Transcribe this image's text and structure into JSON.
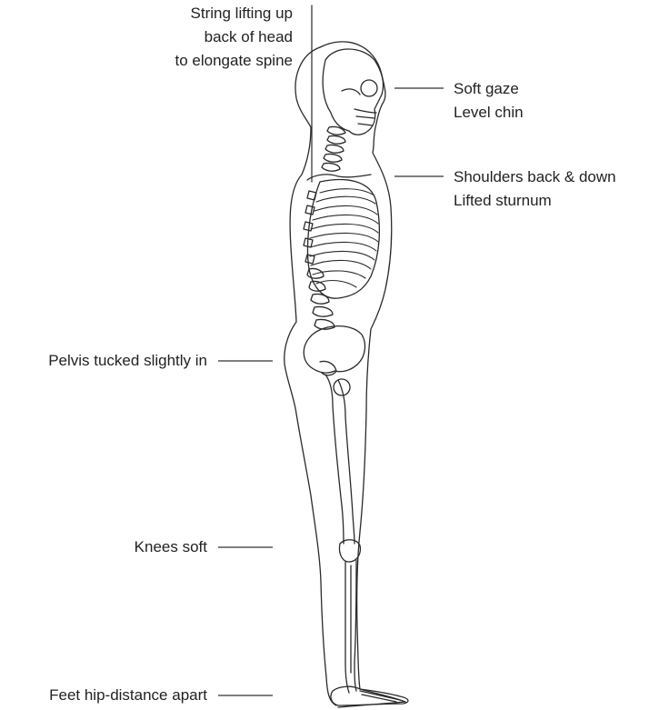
{
  "annotations": {
    "string": {
      "line1": "String lifting up",
      "line2": "back of head",
      "line3": "to elongate spine"
    },
    "gaze": {
      "line1": "Soft gaze",
      "line2": "Level chin"
    },
    "shoulders": {
      "line1": "Shoulders back & down",
      "line2": "Lifted sturnum"
    },
    "pelvis": {
      "line1": "Pelvis tucked slightly in"
    },
    "knees": {
      "line1": "Knees soft"
    },
    "feet": {
      "line1": "Feet hip-distance apart"
    }
  },
  "colors": {
    "ink": "#2a2a2a",
    "leader": "#333333",
    "background": "#ffffff"
  }
}
